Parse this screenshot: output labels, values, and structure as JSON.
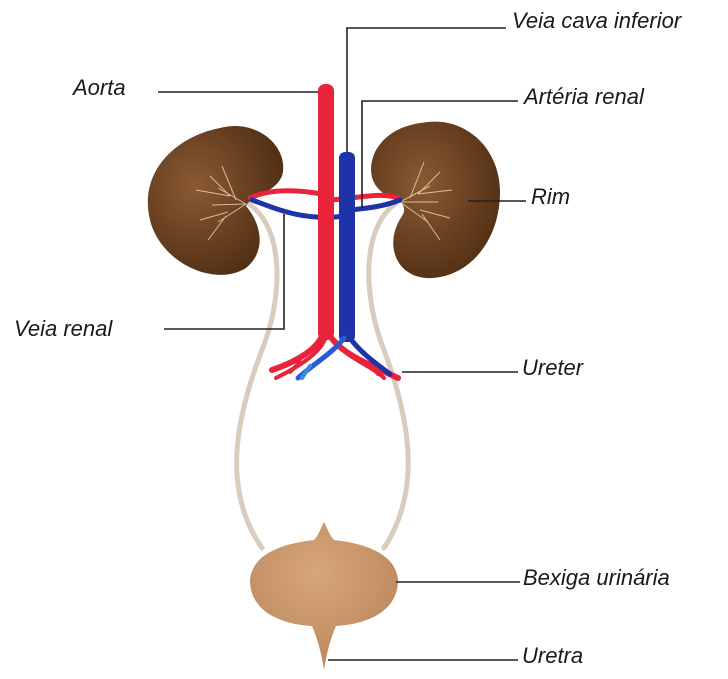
{
  "labels": {
    "aorta": "Aorta",
    "vena_cava": "Veia cava inferior",
    "renal_artery": "Artéria renal",
    "kidney": "Rim",
    "renal_vein": "Veia renal",
    "ureter": "Ureter",
    "bladder": "Bexiga urinária",
    "urethra": "Uretra"
  },
  "colors": {
    "artery": "#e8233a",
    "vein": "#1f33a8",
    "kidney": "#6a3f1e",
    "ureter": "#d8ccbd",
    "bladder": "#c9956a",
    "leader_line": "#222222"
  }
}
